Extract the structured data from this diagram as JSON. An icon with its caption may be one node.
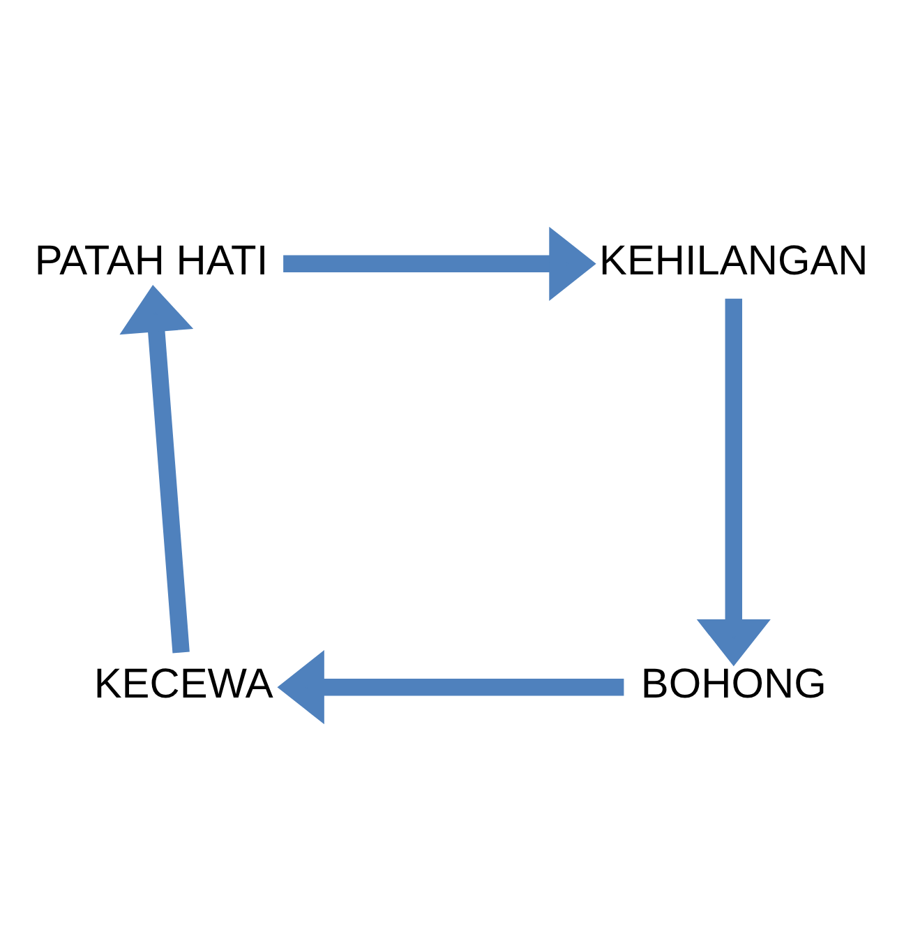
{
  "diagram": {
    "nodes": [
      {
        "text": [
          "PATAH HATI"
        ]
      },
      {
        "text": [
          "KEHILANGAN"
        ]
      },
      {
        "text": [
          "BOHONG"
        ]
      },
      {
        "text": [
          "KECEWA"
        ]
      }
    ],
    "edges": [
      {
        "from": 0,
        "to": 1,
        "arrow": "to"
      },
      {
        "from": 1,
        "to": 2,
        "arrow": "to"
      },
      {
        "from": 2,
        "to": 3,
        "arrow": "to"
      },
      {
        "from": 3,
        "to": 0,
        "arrow": "to"
      }
    ]
  }
}
